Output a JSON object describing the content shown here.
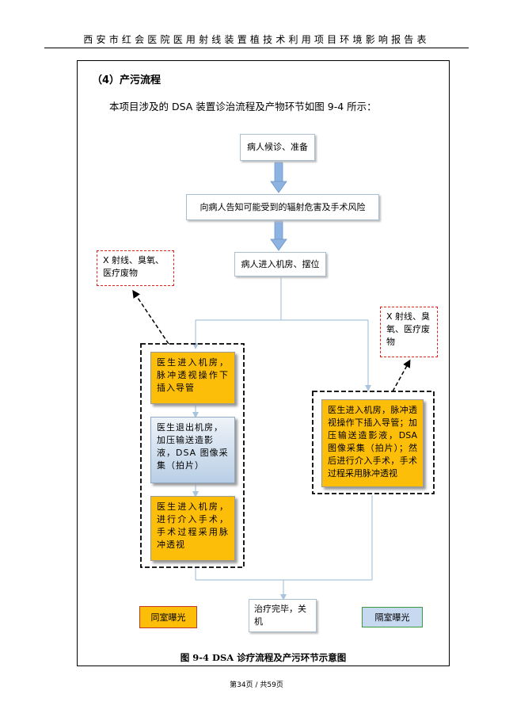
{
  "header": {
    "title": "西安市红会医院医用射线装置植技术利用项目环境影响报告表"
  },
  "section": {
    "title": "（4）产污流程",
    "intro": "本项目涉及的 DSA 装置诊治流程及产物环节如图 9-4 所示："
  },
  "flow": {
    "step1": "病人候诊、准备",
    "step2": "向病人告知可能受到的辐射危害及手术风险",
    "step3": "病人进入机房、摆位",
    "pollutant_left": "X 射线、臭氧、医疗废物",
    "pollutant_right": "X 射线、臭氧、医疗废物",
    "left_a": "医生进入机房，脉冲透视操作下插入导管",
    "left_b": "医生退出机房，加压输送造影液，DSA 图像采集（拍片）",
    "left_c": "医生进入机房，进行介入手术，手术过程采用脉冲透视",
    "right_a": "医生进入机房，脉冲透视操作下插入导管；加压输送造影液，DSA 图像采集（拍片）；然后进行介入手术，手术过程采用脉冲透视",
    "end": "治疗完毕，关机"
  },
  "legend": {
    "same_room": "同室曝光",
    "separate_room": "隔室曝光"
  },
  "colors": {
    "same_room": "#fdbe0a",
    "separate_room": "#c6d9f0",
    "pollutant_border": "#e1201e",
    "connector": "#a9c4dc",
    "big_arrow": "#8db3e2"
  },
  "caption": "图 9-4 DSA 诊疗流程及产污环节示意图",
  "footer": "第34页 / 共59页"
}
